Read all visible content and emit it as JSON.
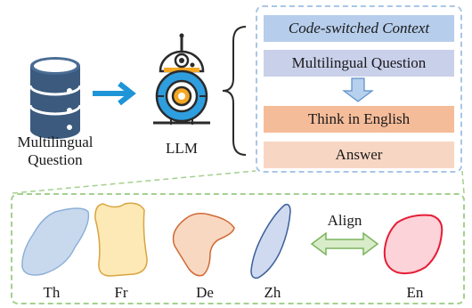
{
  "left": {
    "question_label_line1": "Multilingual",
    "question_label_line2": "Question",
    "llm_label": "LLM"
  },
  "panel": {
    "context": "Code-switched Context",
    "question": "Multilingual Question",
    "think": "Think in English",
    "answer": "Answer"
  },
  "languages": {
    "th": "Th",
    "fr": "Fr",
    "de": "De",
    "zh": "Zh",
    "en": "En",
    "align": "Align"
  },
  "colors": {
    "database": "#3b5a7e",
    "arrow_blue": "#1f95d8",
    "th": "#c8d9ee",
    "fr": "#fde9b5",
    "de": "#f9d8c2",
    "zh": "#cfdaf0",
    "en": "#fbd3d8",
    "align_arrow": "#d9ecc9"
  }
}
